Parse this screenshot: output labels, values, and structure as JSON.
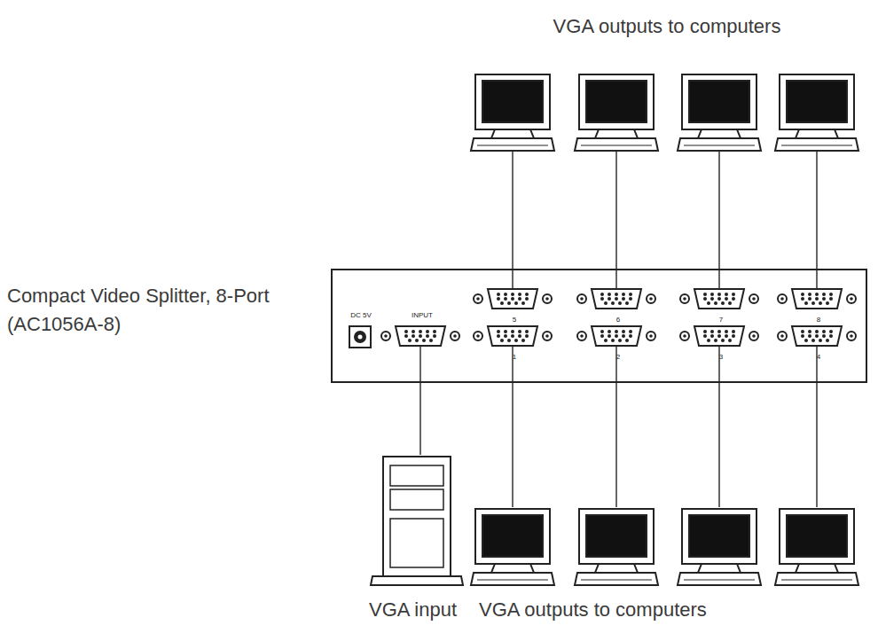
{
  "diagram": {
    "nodes": [
      {
        "text": [
          "DC 5V",
          "INPUT",
          "5",
          "6",
          "7",
          "8",
          "1",
          "2",
          "3",
          "4"
        ]
      }
    ],
    "labels": [
      "VGA outputs to computers",
      "Compact Video Splitter, 8-Port (AC1056A-8)",
      "VGA input",
      "VGA outputs to computers"
    ]
  }
}
